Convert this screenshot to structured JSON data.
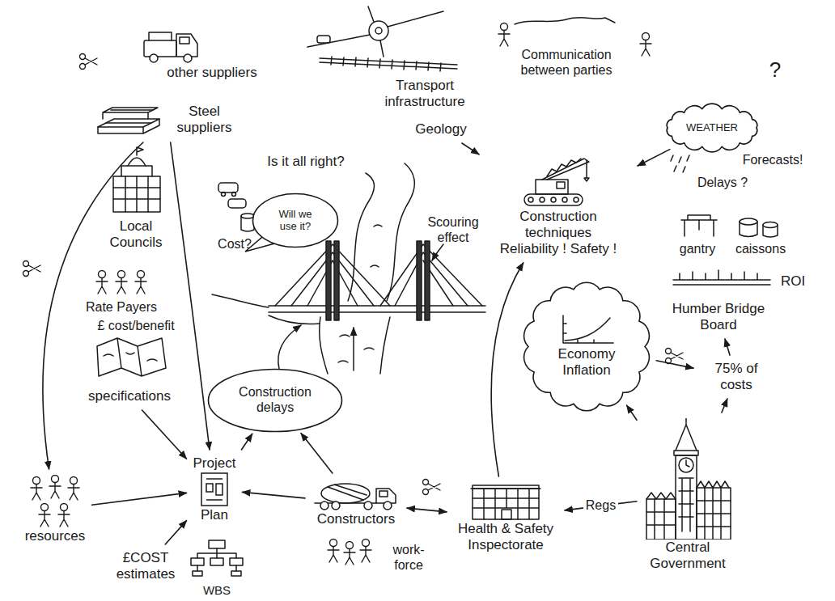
{
  "diagram": {
    "nodes": [
      {
        "text": [
          "Steel suppliers"
        ]
      },
      {
        "text": [
          "Geology"
        ]
      },
      {
        "text": [
          "WEATHER"
        ]
      },
      {
        "text": [
          "Construction techniques",
          "Reliability ! Safety !"
        ]
      },
      {
        "text": [
          "Will we use it?"
        ]
      },
      {
        "text": [
          "Humber Bridge Board"
        ]
      },
      {
        "text": [
          "specifications"
        ]
      },
      {
        "text": [
          "Construction delays"
        ]
      },
      {
        "text": [
          "Economy Inflation"
        ]
      },
      {
        "text": [
          "75% of costs"
        ]
      },
      {
        "text": [
          "Project",
          "Plan"
        ]
      },
      {
        "text": [
          "resources"
        ]
      },
      {
        "text": [
          "£COST estimates"
        ]
      },
      {
        "text": [
          "Constructors"
        ]
      },
      {
        "text": [
          "Health & Safety Inspectorate"
        ]
      },
      {
        "text": [
          "Central Government"
        ]
      }
    ],
    "edges": [
      {
        "from": 0,
        "to": 11,
        "arrow": "to"
      },
      {
        "from": 0,
        "to": 10,
        "arrow": "to"
      },
      {
        "from": 6,
        "to": 10,
        "arrow": "to"
      },
      {
        "from": 11,
        "to": 10,
        "arrow": "to"
      },
      {
        "from": 12,
        "to": 10,
        "arrow": "to"
      },
      {
        "from": 13,
        "to": 10,
        "arrow": "to"
      },
      {
        "from": 10,
        "to": 7,
        "arrow": "to"
      },
      {
        "from": 13,
        "to": 7,
        "arrow": "to"
      },
      {
        "from": 13,
        "to": 14,
        "arrow": "both"
      },
      {
        "from": 14,
        "to": 3,
        "arrow": "to"
      },
      {
        "from": 1,
        "to": 3,
        "arrow": "to"
      },
      {
        "from": 2,
        "to": 3,
        "arrow": "to"
      },
      {
        "from": 15,
        "to": 14,
        "label": "Regs",
        "arrow": "to"
      },
      {
        "from": 15,
        "to": 8,
        "arrow": "to"
      },
      {
        "from": 15,
        "to": 9,
        "arrow": "to"
      },
      {
        "from": 8,
        "to": 9,
        "arrow": "to"
      },
      {
        "from": 9,
        "to": 5,
        "arrow": "to"
      }
    ],
    "labels": [
      "other suppliers",
      "Transport infrastructure",
      "Communication between parties",
      "?",
      "Is it all right?",
      "Cost?",
      "Scouring effect",
      "Forecasts!",
      "Delays ?",
      "Local Councils",
      "Rate Payers",
      "£ cost/benefit",
      "gantry",
      "caissons",
      "ROI",
      "WBS",
      "work-force"
    ]
  }
}
